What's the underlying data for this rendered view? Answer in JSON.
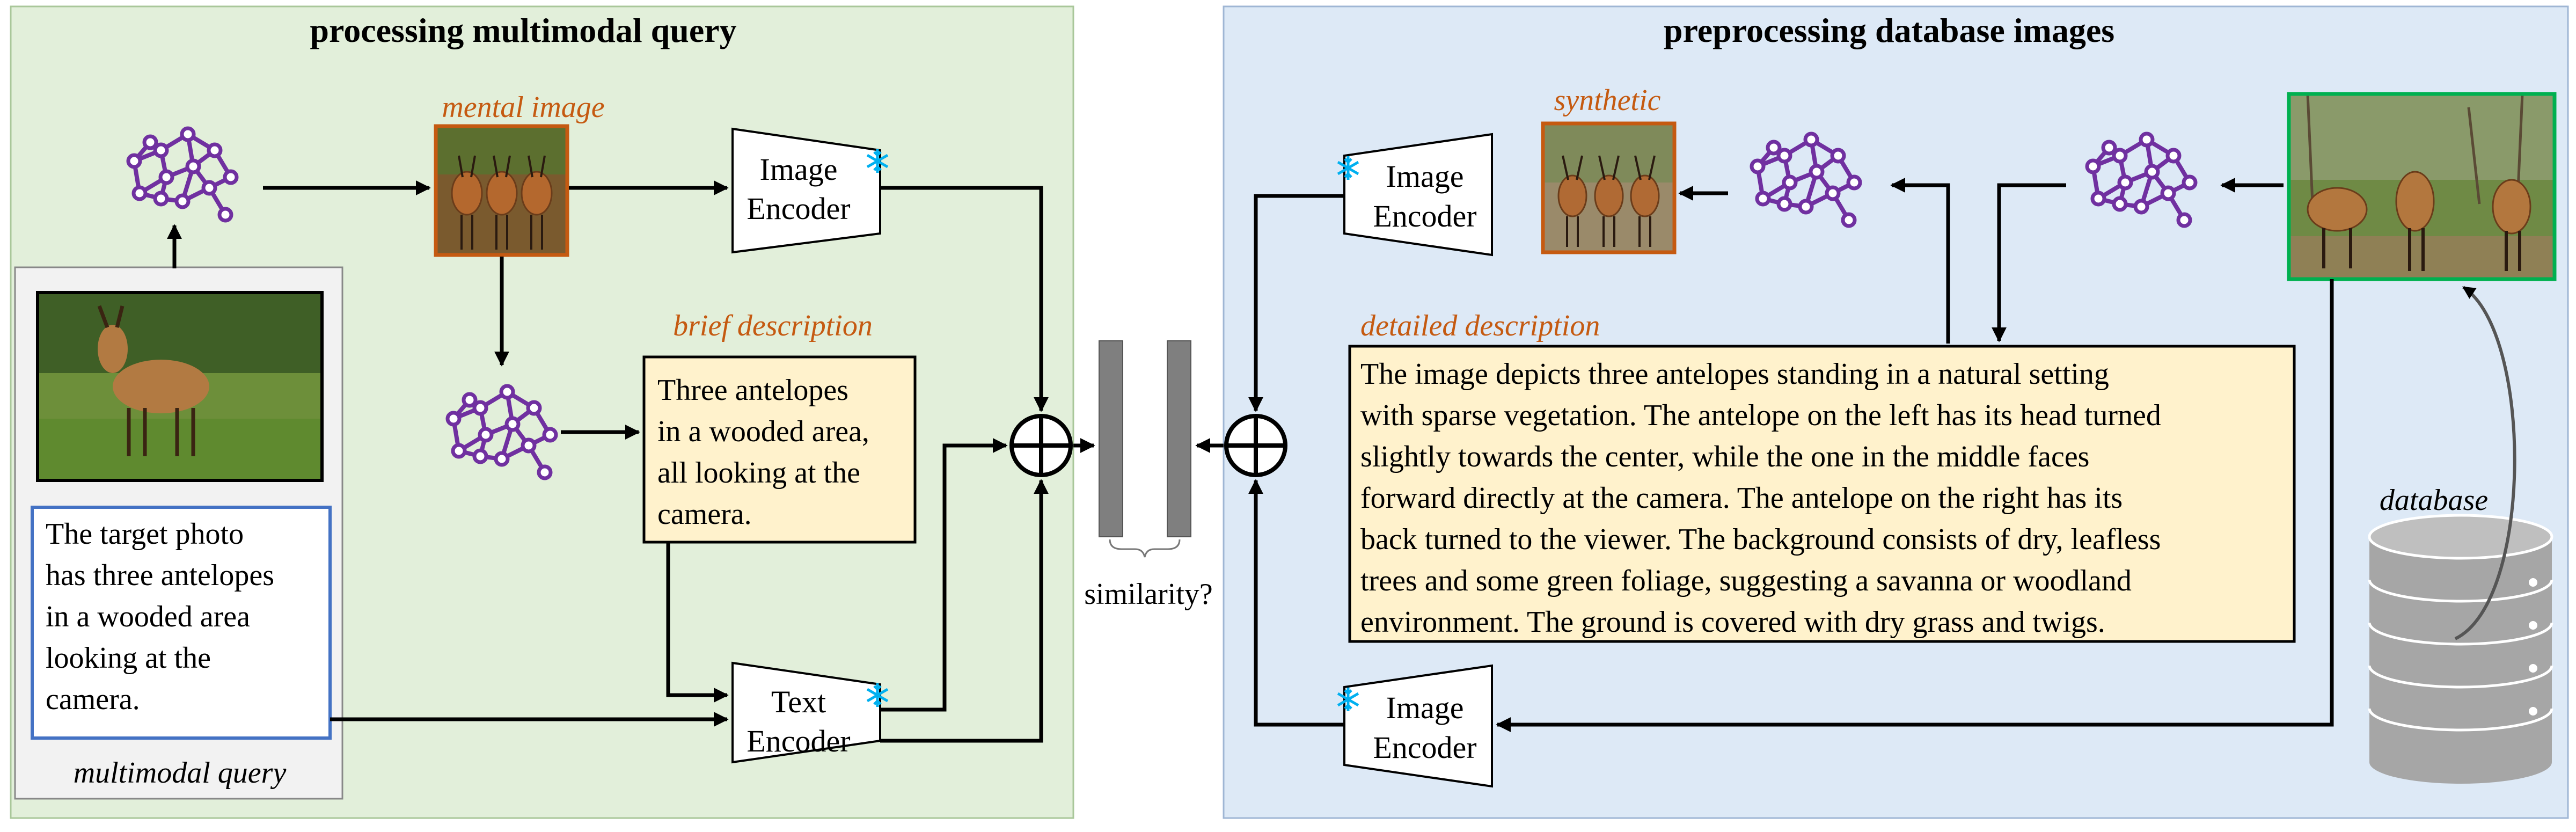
{
  "left_panel": {
    "title": "processing multimodal query",
    "mental_image_label": "mental image",
    "brief_description_label": "brief description",
    "brief_description_lines": [
      "Three antelopes",
      "in a wooded area,",
      "all looking at the",
      "camera."
    ],
    "query_text_lines": [
      "The target photo",
      "has three antelopes",
      "in a wooded area",
      "looking at the",
      "camera."
    ],
    "multimodal_query_label": "multimodal query",
    "image_encoder_lines": [
      "Image",
      "Encoder"
    ],
    "text_encoder_lines": [
      "Text",
      "Encoder"
    ]
  },
  "middle": {
    "similarity_label": "similarity?"
  },
  "right_panel": {
    "title": "preprocessing database images",
    "synthetic_label": "synthetic",
    "detailed_description_label": "detailed description",
    "detailed_description_lines": [
      "The image depicts three antelopes standing in a natural setting",
      "with sparse vegetation. The antelope on the left has its head turned",
      "slightly towards the center, while the one in the middle faces",
      "forward directly at the camera. The antelope on the right has its",
      "back turned to the viewer. The background consists of dry, leafless",
      "trees and some green foliage, suggesting a savanna or woodland",
      "environment. The ground is covered with dry grass and twigs."
    ],
    "database_label": "database",
    "image_encoder_top_lines": [
      "Image",
      "Encoder"
    ],
    "image_encoder_bottom_lines": [
      "Image",
      "Encoder"
    ]
  },
  "colors": {
    "left_panel_bg": "#e2efda",
    "right_panel_bg": "#dde9f6",
    "description_box_bg": "#fff2cc",
    "network_purple": "#7030a0",
    "orange_accent": "#c55a11",
    "query_box_blue": "#4472c4",
    "database_border_green": "#00b050",
    "database_gray": "#a6a6a6",
    "snowflake_blue": "#00b0f0"
  },
  "icons": [
    "neural-network-icon",
    "snowflake-icon",
    "circled-plus-icon",
    "database-cylinder-icon"
  ]
}
